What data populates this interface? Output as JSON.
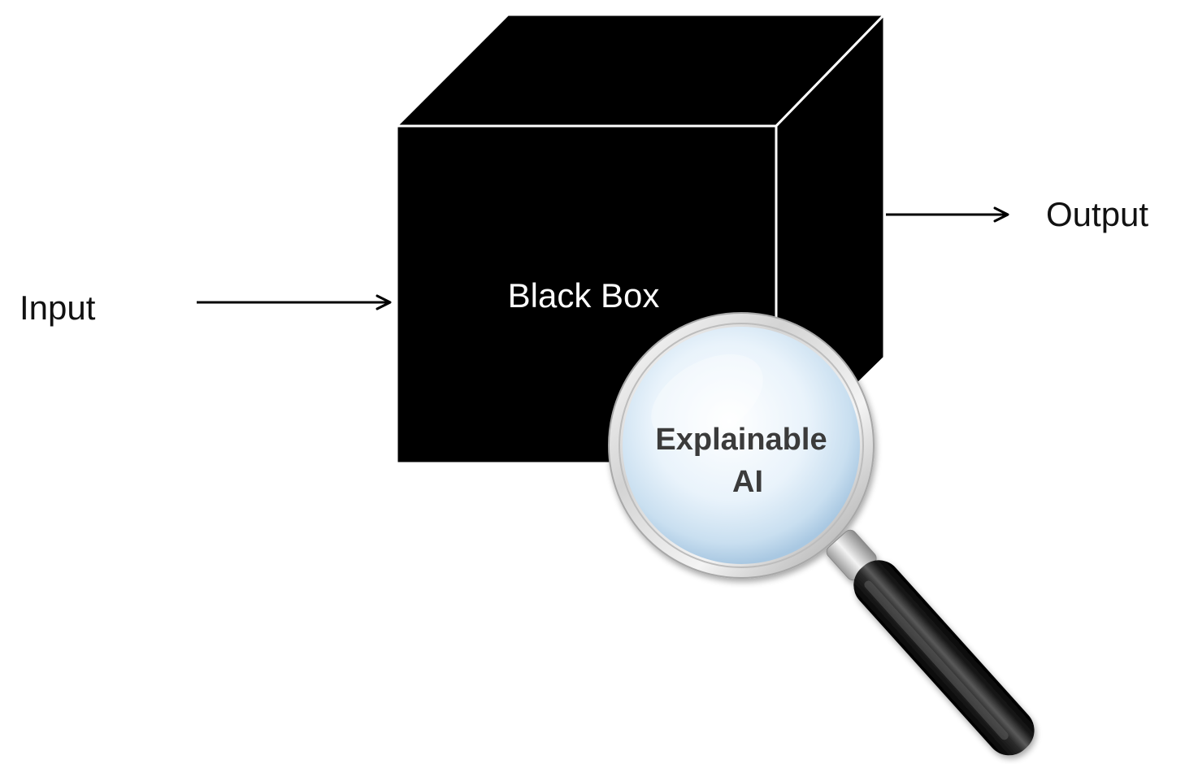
{
  "labels": {
    "input": "Input",
    "output": "Output",
    "black_box": "Black Box",
    "lens_line1": "Explainable",
    "lens_line2": "AI"
  },
  "icons": {
    "magnifier": "magnifying-glass-icon",
    "input_arrow": "arrow-right-icon",
    "output_arrow": "arrow-right-icon"
  },
  "colors": {
    "box": "#000000",
    "box_edges": "#ffffff",
    "lens_text": "#3a3a3a",
    "label_text": "#111111",
    "background": "#ffffff"
  }
}
